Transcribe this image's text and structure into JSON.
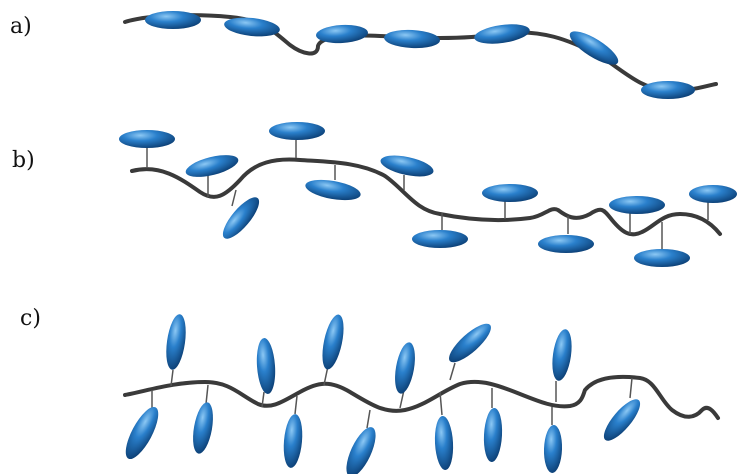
{
  "panels": [
    {
      "label": "a)"
    },
    {
      "label": "b)"
    },
    {
      "label": "c)"
    }
  ],
  "colors": {
    "mesogen": "#1f6fb8",
    "mesogen_light": "#6fb4ee",
    "mesogen_dark": "#0d3f73",
    "backbone": "#3a3a3a",
    "spacer": "#555555"
  }
}
